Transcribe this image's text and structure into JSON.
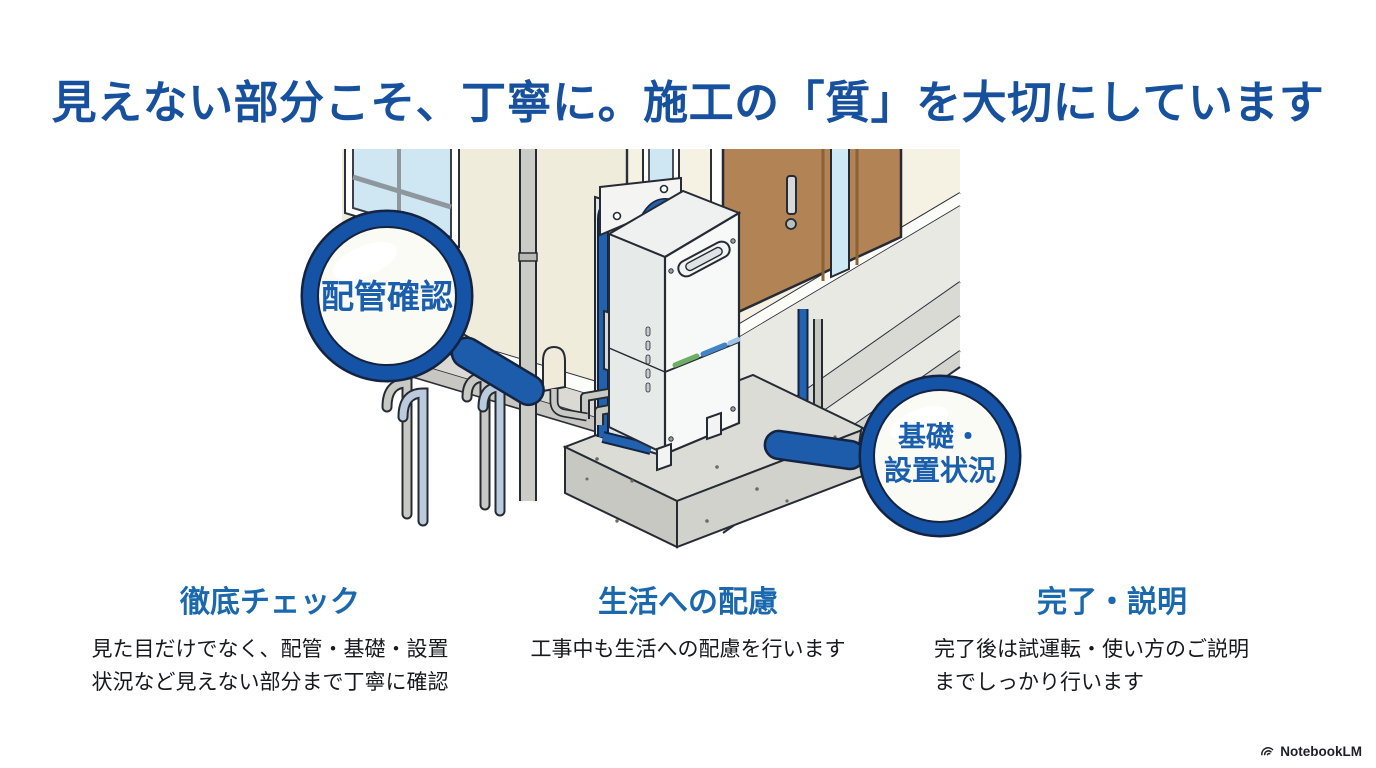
{
  "slide": {
    "title": "見えない部分こそ、丁寧に。施工の「質」を大切にしています"
  },
  "illustration": {
    "description": "住宅の外壁に設置された給湯器と配管・基礎の施工イラスト",
    "magnifier_piping": {
      "label": "配管確認"
    },
    "magnifier_foundation": {
      "label_line1": "基礎・",
      "label_line2": "設置状況"
    }
  },
  "features": [
    {
      "heading": "徹底チェック",
      "lines": [
        "見た目だけでなく、配管・基礎・設置",
        "状況など見えない部分まで丁寧に確認"
      ]
    },
    {
      "heading": "生活への配慮",
      "lines": [
        "工事中も生活への配慮を行います"
      ]
    },
    {
      "heading": "完了・説明",
      "lines": [
        "完了後は試運転・使い方のご説明",
        "までしっかり行います"
      ]
    }
  ],
  "watermark": {
    "label": "NotebookLM"
  },
  "colors": {
    "title_blue": "#17519e",
    "heading_blue": "#1a68ae",
    "magnifier_label_blue": "#1a5fae",
    "magnifier_ring_blue": "#1553a6",
    "handle_blue": "#1d5caa",
    "pipe_blue": "#2261ae",
    "pipe_green": "#8cc08a",
    "window_glass_blue": "#cfe6f3",
    "door_brown": "#b28354",
    "wall_cream": "#f2eedd",
    "concrete_gray": "#dcdcd7",
    "body_text": "#17191c"
  }
}
